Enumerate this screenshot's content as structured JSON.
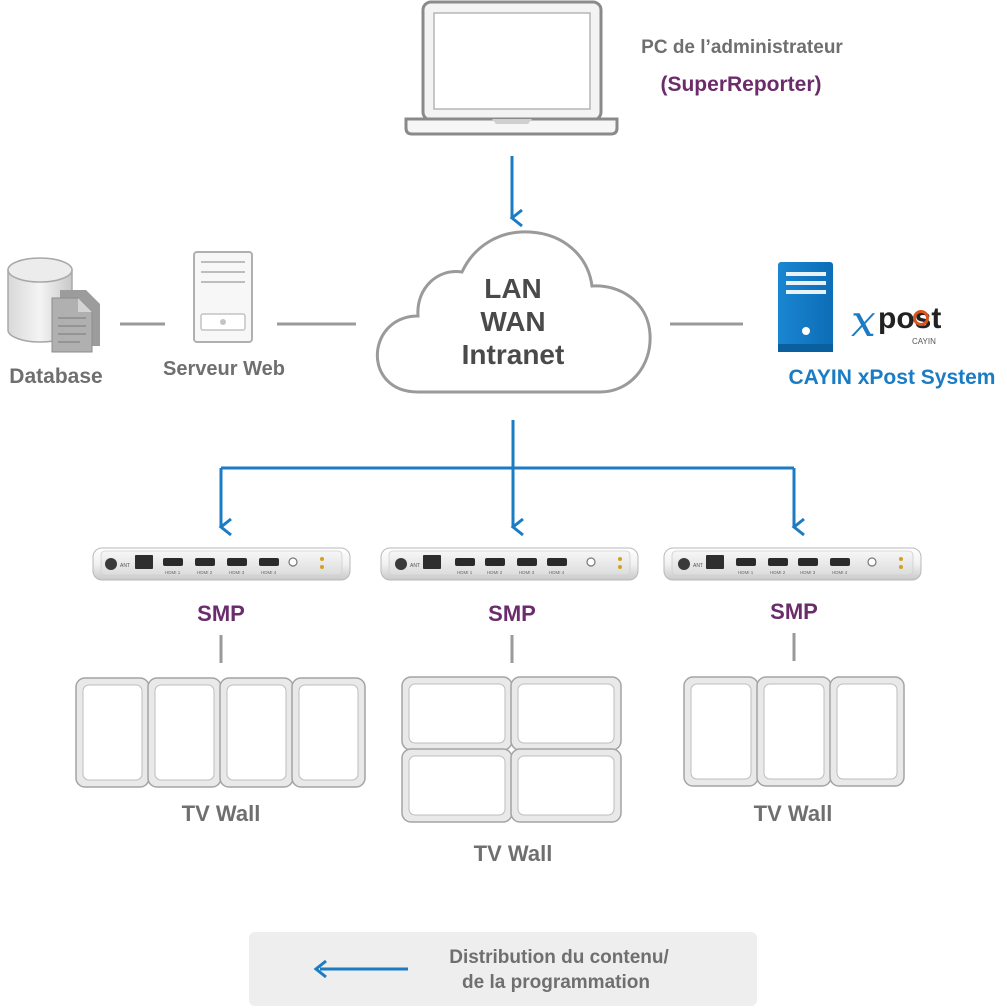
{
  "admin": {
    "label": "PC de l’administrateur",
    "app": "(SuperReporter)"
  },
  "cloud": {
    "line1": "LAN",
    "line2": "WAN",
    "line3": "Intranet"
  },
  "database": {
    "label": "Database"
  },
  "webserver": {
    "label": "Serveur Web"
  },
  "xpost": {
    "label": "CAYIN xPost System",
    "logo_text": "xpost",
    "logo_sub": "CAYIN"
  },
  "players": [
    {
      "label": "SMP",
      "ports": [
        "HDMI 1",
        "HDMI 2",
        "HDMI 3",
        "HDMI 4"
      ],
      "ant": "ANT"
    },
    {
      "label": "SMP",
      "ports": [
        "HDMI 1",
        "HDMI 2",
        "HDMI 3",
        "HDMI 4"
      ],
      "ant": "ANT"
    },
    {
      "label": "SMP",
      "ports": [
        "HDMI 1",
        "HDMI 2",
        "HDMI 3",
        "HDMI 4"
      ],
      "ant": "ANT"
    }
  ],
  "walls": [
    {
      "label": "TV Wall",
      "layout": "1x4"
    },
    {
      "label": "TV Wall",
      "layout": "2x2"
    },
    {
      "label": "TV Wall",
      "layout": "1x3"
    }
  ],
  "legend": {
    "line1": "Distribution du contenu/",
    "line2": "de la programmation"
  },
  "colors": {
    "accent": "#1b7cc4",
    "purple": "#6a2c6a",
    "gray": "#6f6f6f",
    "line": "#9a9a9a"
  }
}
